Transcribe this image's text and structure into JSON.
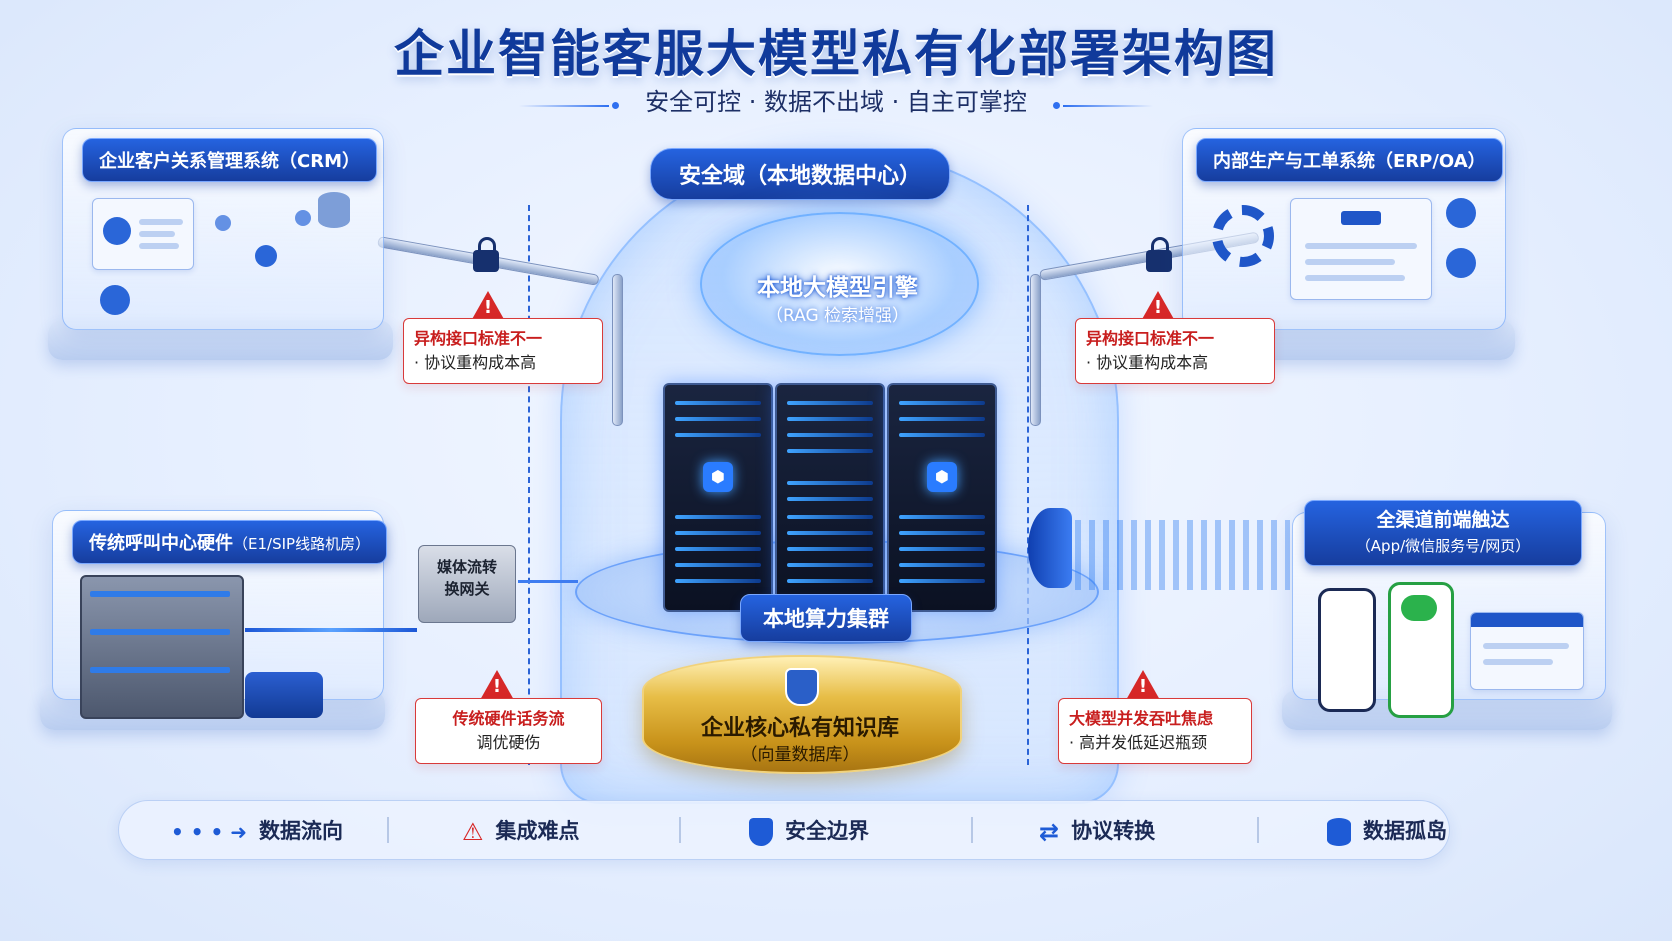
{
  "title": "企业智能客服大模型私有化部署架构图",
  "subtitle": "安全可控 · 数据不出域 · 自主可掌控",
  "security_zone": {
    "label": "安全域（本地数据中心）"
  },
  "engine": {
    "title": "本地大模型引擎",
    "subtitle": "（RAG 检索增强）"
  },
  "cluster": {
    "label": "本地算力集群"
  },
  "knowledge_base": {
    "title": "企业核心私有知识库",
    "subtitle": "（向量数据库）"
  },
  "panels": {
    "crm": {
      "label": "企业客户关系管理系统（CRM）"
    },
    "erp": {
      "label": "内部生产与工单系统（ERP/OA）"
    },
    "callcenter": {
      "label": "传统呼叫中心硬件",
      "label_small": "（E1/SIP线路机房）"
    },
    "channels": {
      "label": "全渠道前端触达",
      "label_small": "（App/微信服务号/网页）"
    }
  },
  "converter": {
    "line1": "媒体流转",
    "line2": "换网关"
  },
  "warnings": [
    {
      "line1": "异构接口标准不一",
      "line2": "· 协议重构成本高"
    },
    {
      "line1": "异构接口标准不一",
      "line2": "· 协议重构成本高"
    },
    {
      "line1": "传统硬件话务流",
      "line2": "调优硬伤"
    },
    {
      "line1": "大模型并发吞吐焦虑",
      "line2": "· 高并发低延迟瓶颈"
    }
  ],
  "legend": [
    {
      "icon": "dashed-arrow-icon",
      "label": "数据流向"
    },
    {
      "icon": "warning-icon",
      "label": "集成难点"
    },
    {
      "icon": "shield-icon",
      "label": "安全边界"
    },
    {
      "icon": "swap-arrows-icon",
      "label": "协议转换"
    },
    {
      "icon": "database-icon",
      "label": "数据孤岛"
    }
  ],
  "colors": {
    "brand_blue": "#1e5bd6",
    "title_blue": "#103a9b",
    "warning_red": "#d62828",
    "gold": "#e7bd46"
  }
}
